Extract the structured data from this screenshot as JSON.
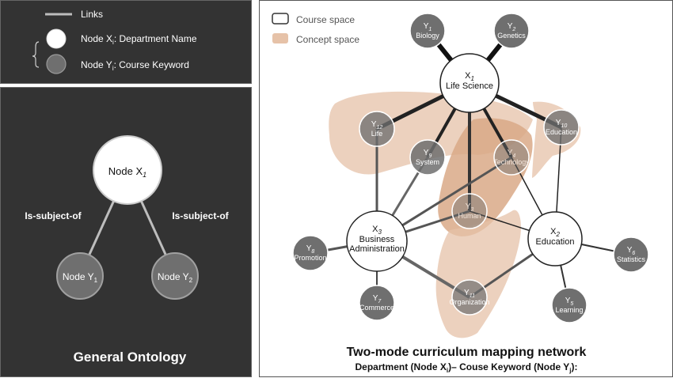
{
  "legend": {
    "links_label": "Links",
    "node_x_label": "Node X",
    "node_x_sub": "i",
    "node_x_suffix": ": Department Name",
    "node_y_label": "Node Y",
    "node_y_sub": "i",
    "node_y_suffix": ": Course Keyword"
  },
  "ontology": {
    "title": "General Ontology",
    "root": {
      "label": "Node X",
      "sub": "1"
    },
    "children": [
      {
        "label": "Node Y",
        "sub": "1"
      },
      {
        "label": "Node Y",
        "sub": "2"
      }
    ],
    "edge_label": "Is-subject-of"
  },
  "network": {
    "title": "Two-mode curriculum mapping network",
    "subtitle_parts": [
      "Department (Node X",
      "i",
      ")– Couse Keyword (Node Y",
      "j",
      "):"
    ],
    "legend_course_space": "Course space",
    "legend_concept_space": "Concept  space",
    "departments": [
      {
        "id": "X1",
        "sub": "1",
        "lines": [
          "Life Science"
        ]
      },
      {
        "id": "X2",
        "sub": "2",
        "lines": [
          "Education"
        ]
      },
      {
        "id": "X3",
        "sub": "3",
        "lines": [
          "Business",
          "Administration"
        ]
      }
    ],
    "keywords": [
      {
        "id": "Y1",
        "sub": "1",
        "label": "Biology"
      },
      {
        "id": "Y2",
        "sub": "2",
        "label": "Genetics"
      },
      {
        "id": "Y12",
        "sub": "12",
        "label": "Life"
      },
      {
        "id": "Y10",
        "sub": "10",
        "label": "Education"
      },
      {
        "id": "Y9",
        "sub": "9",
        "label": "System"
      },
      {
        "id": "Y4",
        "sub": "4",
        "label": "Technology"
      },
      {
        "id": "Y3",
        "sub": "3",
        "label": "Human"
      },
      {
        "id": "Y8",
        "sub": "8",
        "label": "Promotion"
      },
      {
        "id": "Y6",
        "sub": "6",
        "label": "Statistics"
      },
      {
        "id": "Y7",
        "sub": "7",
        "label": "Commerce"
      },
      {
        "id": "Y11",
        "sub": "11",
        "label": "Organization"
      },
      {
        "id": "Y5",
        "sub": "5",
        "label": "Learning"
      }
    ]
  },
  "colors": {
    "panel_bg": "#333333",
    "node_x_fill": "#ffffff",
    "node_y_fill": "#6f6f6f",
    "concept_space": "#e6c2a8",
    "link": "#bdbdbd"
  }
}
